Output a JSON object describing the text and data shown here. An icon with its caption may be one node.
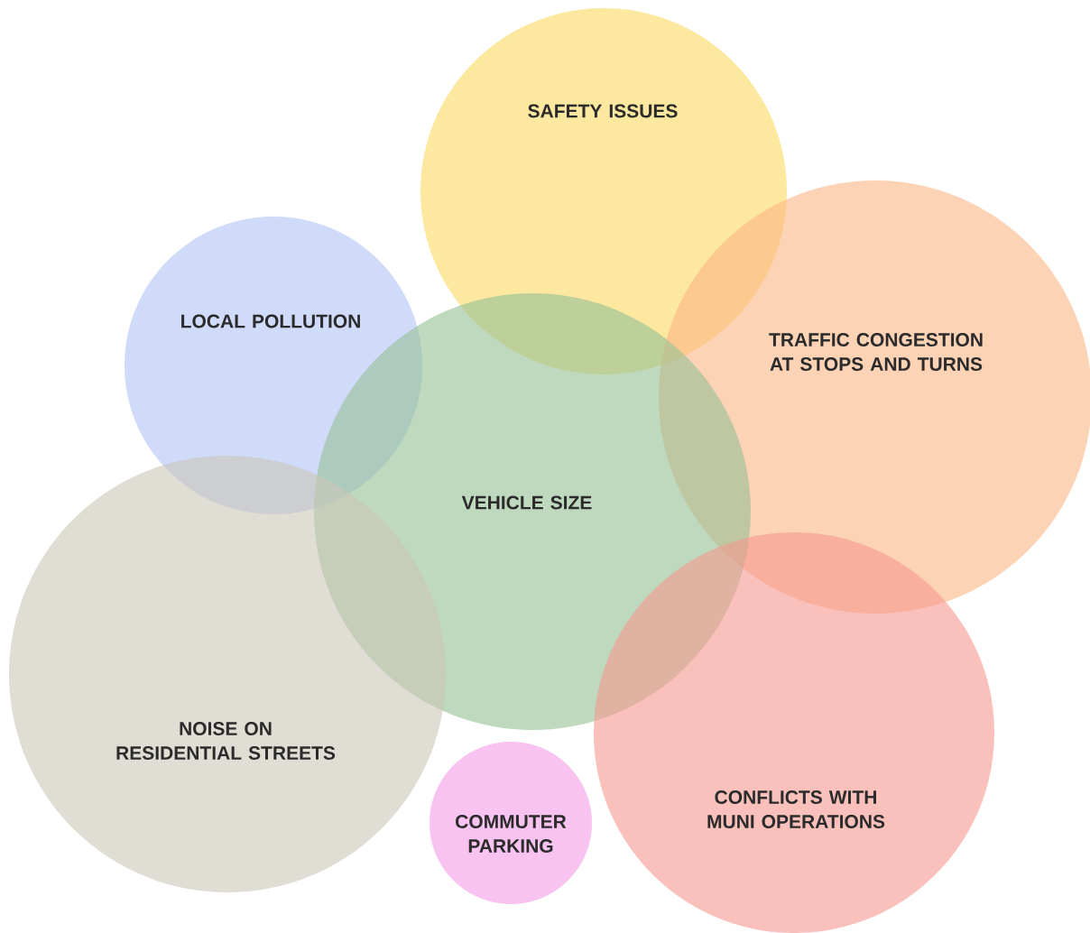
{
  "diagram": {
    "nodes": [
      {
        "text": [
          "SAFETY ISSUES"
        ]
      },
      {
        "text": [
          "LOCAL POLLUTION"
        ]
      },
      {
        "text": [
          "TRAFFIC CONGESTION AT STOPS AND TURNS"
        ]
      },
      {
        "text": [
          "VEHICLE SIZE"
        ]
      },
      {
        "text": [
          "NOISE ON RESIDENTIAL STREETS"
        ]
      },
      {
        "text": [
          "COMMUTER PARKING"
        ]
      },
      {
        "text": [
          "CONFLICTS WITH MUNI OPERATIONS"
        ]
      }
    ]
  }
}
